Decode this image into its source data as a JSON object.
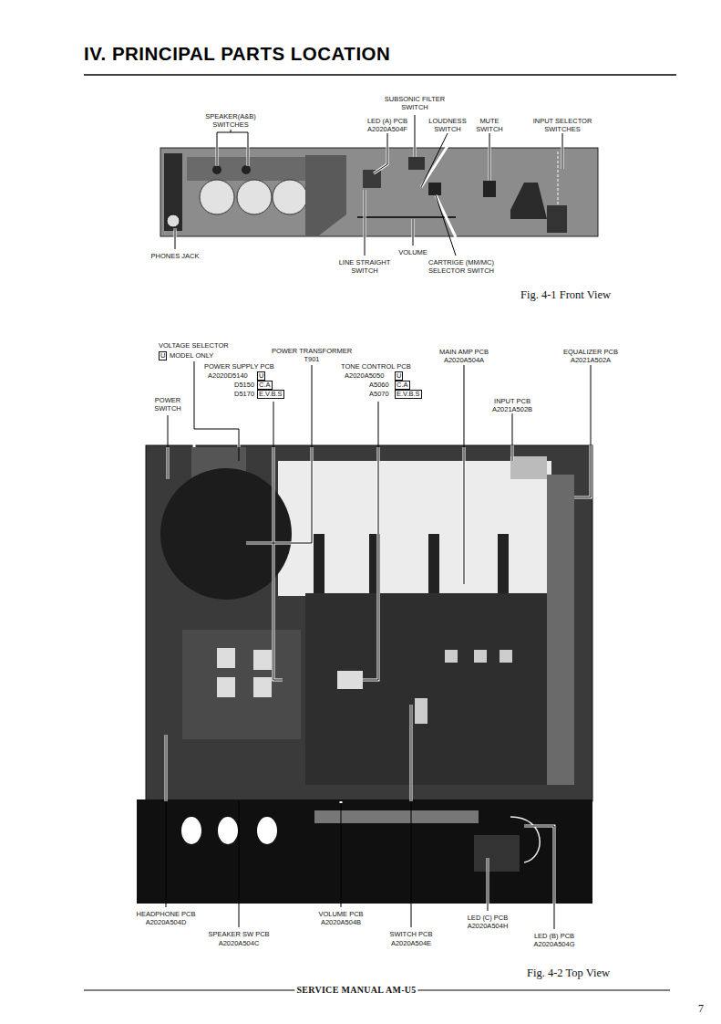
{
  "diagram": {
    "title": "IV. PRINCIPAL PARTS LOCATION",
    "labels": [
      "SUBSONIC FILTER SWITCH",
      "SPEAKER(A&B) SWITCHES",
      "LED (A) PCB",
      "A2020A504F",
      "LOUDNESS SWITCH",
      "MUTE SWITCH",
      "INPUT SELECTOR SWITCHES",
      "PHONES JACK",
      "VOLUME",
      "LINE STRAIGHT SWITCH",
      "CARTRIGE (MM/MC) SELECTOR SWITCH",
      "Fig. 4-1  Front View",
      "VOLTAGE SELECTOR",
      "U",
      "MODEL ONLY",
      "POWER TRANSFORMER",
      "T901",
      "POWER SUPPLY PCB",
      "A2020D5140",
      "U",
      "D5150",
      "C.A",
      "D5170",
      "E.V.B.S",
      "TONE CONTROL PCB",
      "A2020A5050",
      "U",
      "A5060",
      "C.A",
      "A5070",
      "E.V.B.S",
      "POWER SWITCH",
      "MAIN AMP PCB",
      "A2020A504A",
      "EQUALIZER PCB",
      "A2021A502A",
      "INPUT PCB",
      "A2021A502B",
      "HEADPHONE PCB",
      "A2020A504D",
      "SPEAKER SW PCB",
      "A2020A504C",
      "VOLUME PCB",
      "A2020A504B",
      "SWITCH PCB",
      "A2020A504E",
      "LED (C) PCB",
      "A2020A504H",
      "LED (B) PCB",
      "A2020A504G",
      "Fig. 4-2  Top View",
      "SERVICE MANUAL AM-U5",
      "7"
    ]
  }
}
